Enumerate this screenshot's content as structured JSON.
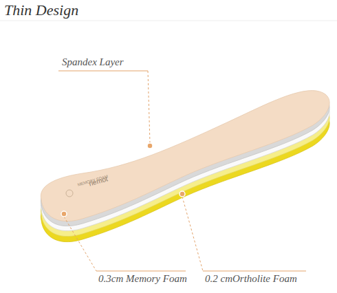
{
  "diagram": {
    "title": "Thin Design",
    "labels": [
      "Spandex Layer",
      "0.3cm Memory Foam",
      "0.2 cmOrtholite Foam",
      "MEMORY FOAM",
      "riemot"
    ]
  }
}
